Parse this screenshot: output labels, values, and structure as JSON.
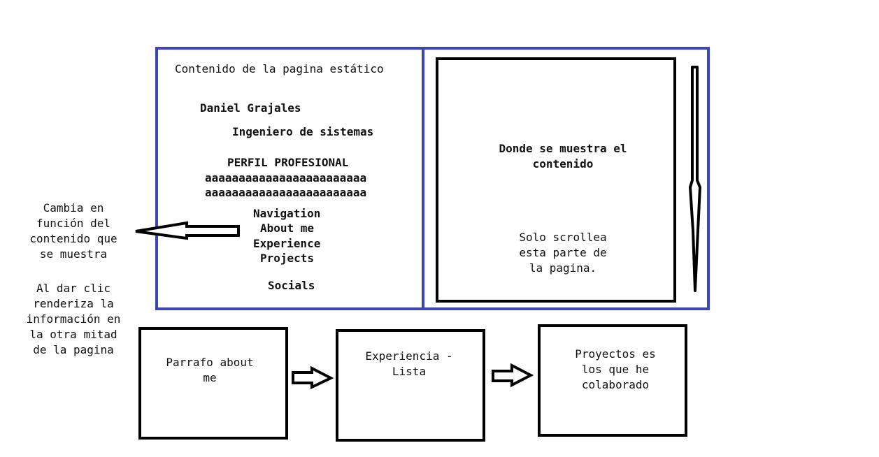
{
  "left_panel": {
    "static_label": "Contenido de la pagina estático",
    "name": "Daniel Grajales",
    "role": "Ingeniero de sistemas",
    "profile_title": "PERFIL PROFESIONAL",
    "profile_line1": "aaaaaaaaaaaaaaaaaaaaaaaa",
    "profile_line2": "aaaaaaaaaaaaaaaaaaaaaaaa",
    "nav_title": "Navigation",
    "nav_items": [
      "About me",
      "Experience",
      "Projects"
    ],
    "socials": "Socials"
  },
  "right_panel": {
    "main_label": "Donde se muestra el\ncontenido",
    "scroll_note": "Solo scrollea\nesta parte de\nla pagina."
  },
  "side_notes": {
    "changes": "Cambia en\nfunción del\ncontenido que\nse muestra",
    "click": "Al dar clic\nrenderiza la\ninformación en\nla otra mitad\nde la pagina"
  },
  "bottom_boxes": {
    "about": "Parrafo about\nme",
    "experience": "Experiencia -\nLista",
    "projects": "Proyectos es\nlos que he\ncolaborado"
  }
}
